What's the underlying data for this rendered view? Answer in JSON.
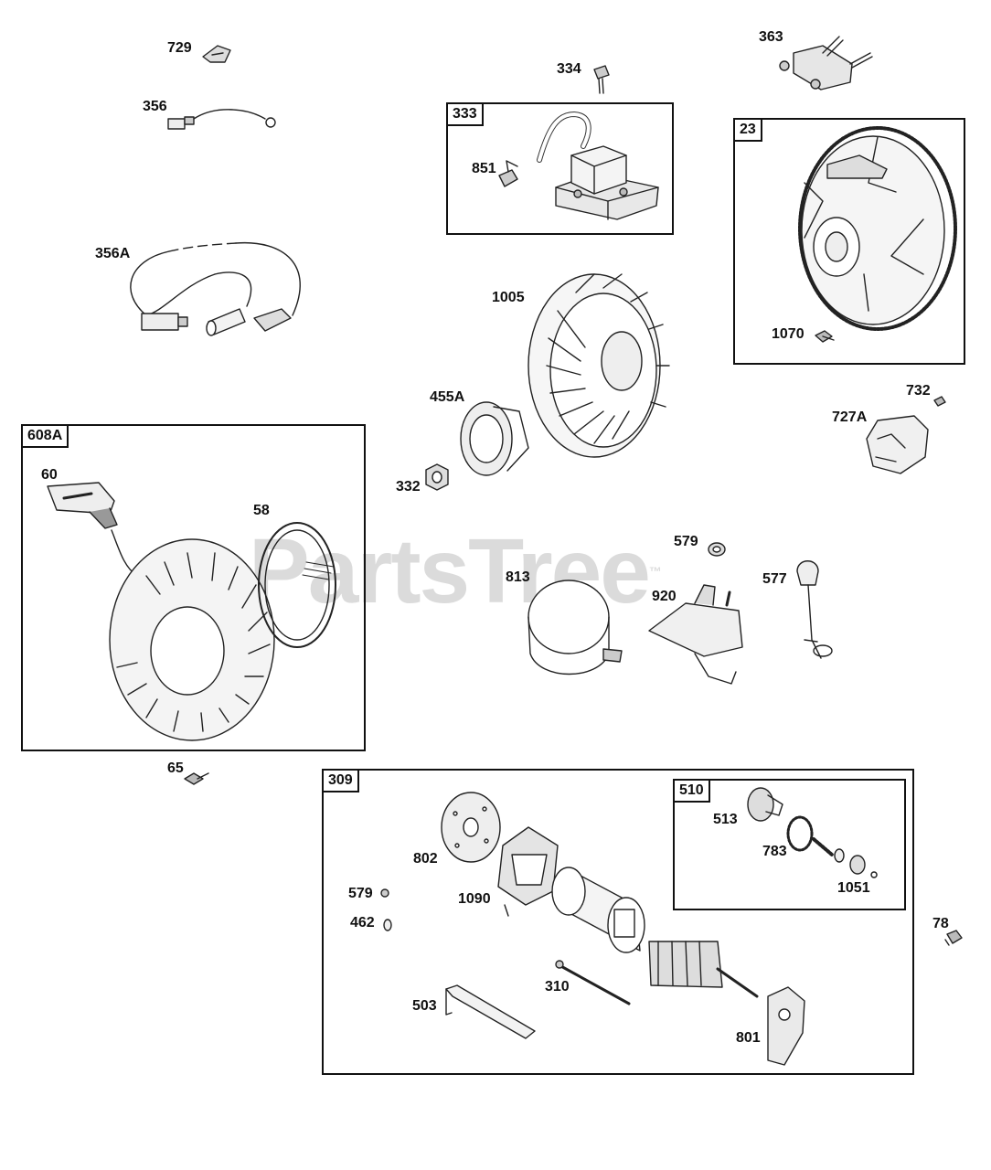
{
  "watermark": {
    "text": "PartsTree",
    "mark": "™"
  },
  "groups": {
    "g333": "333",
    "g23": "23",
    "g608A": "608A",
    "g309": "309",
    "g510": "510"
  },
  "parts": {
    "p729": "729",
    "p356": "356",
    "p356A": "356A",
    "p334": "334",
    "p851": "851",
    "p363": "363",
    "p1070": "1070",
    "p1005": "1005",
    "p455A": "455A",
    "p332": "332",
    "p732": "732",
    "p727A": "727A",
    "p60": "60",
    "p58": "58",
    "p579a": "579",
    "p813": "813",
    "p920": "920",
    "p577": "577",
    "p65": "65",
    "p513": "513",
    "p783": "783",
    "p1051": "1051",
    "p802": "802",
    "p1090": "1090",
    "p579b": "579",
    "p462": "462",
    "p78": "78",
    "p310": "310",
    "p503": "503",
    "p801": "801"
  }
}
